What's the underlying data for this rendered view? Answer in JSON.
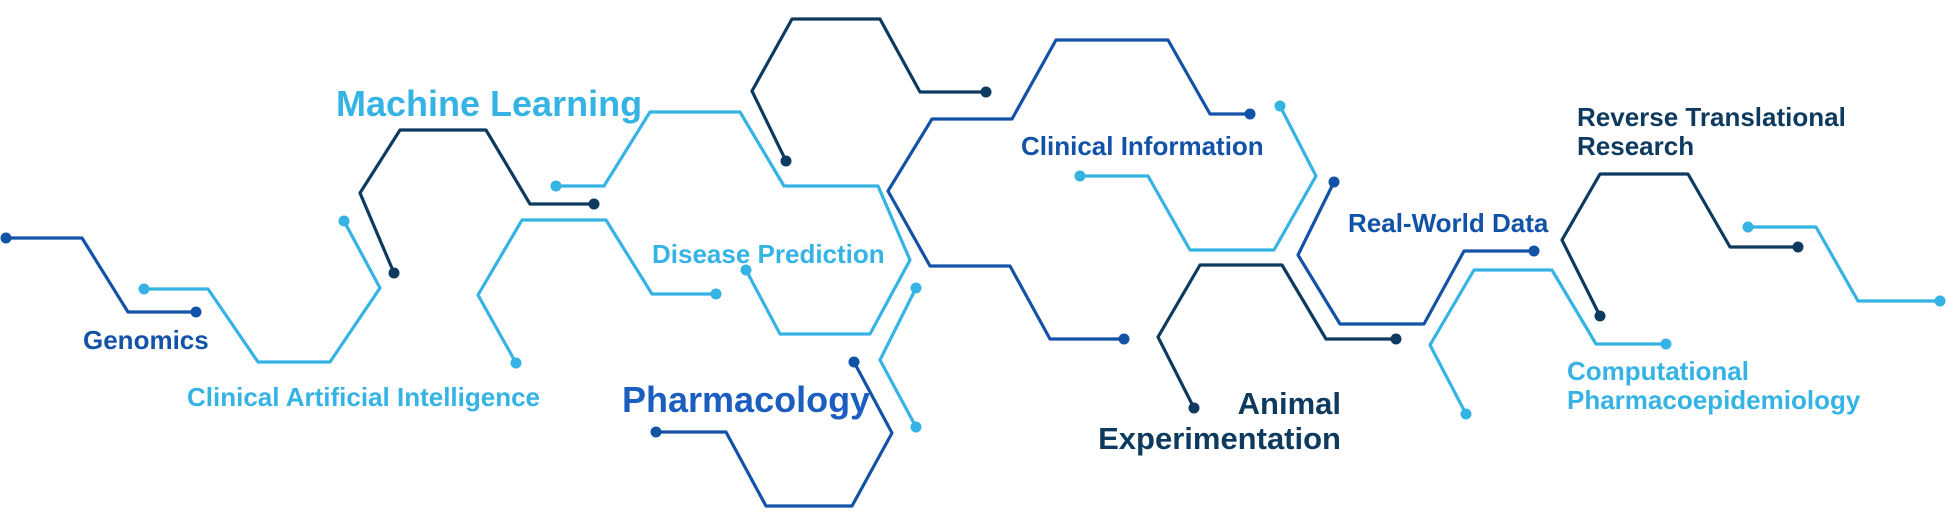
{
  "colors": {
    "navy": "#0d3a5e",
    "blue": "#1253a8",
    "bright_blue": "#1b5ec0",
    "light_blue": "#35b3e4"
  },
  "labels": {
    "genomics": "Genomics",
    "clinical_ai": "Clinical Artificial Intelligence",
    "machine_learning": "Machine Learning",
    "disease_prediction": "Disease Prediction",
    "pharmacology": "Pharmacology",
    "clinical_information": "Clinical Information",
    "animal_experimentation": [
      "Animal",
      "Experimentation"
    ],
    "real_world_data": "Real-World Data",
    "reverse_translational_research": [
      "Reverse Translational",
      "Research"
    ],
    "computational_pharmacoepidemiology": [
      "Computational",
      "Pharmacoepidemiology"
    ]
  }
}
